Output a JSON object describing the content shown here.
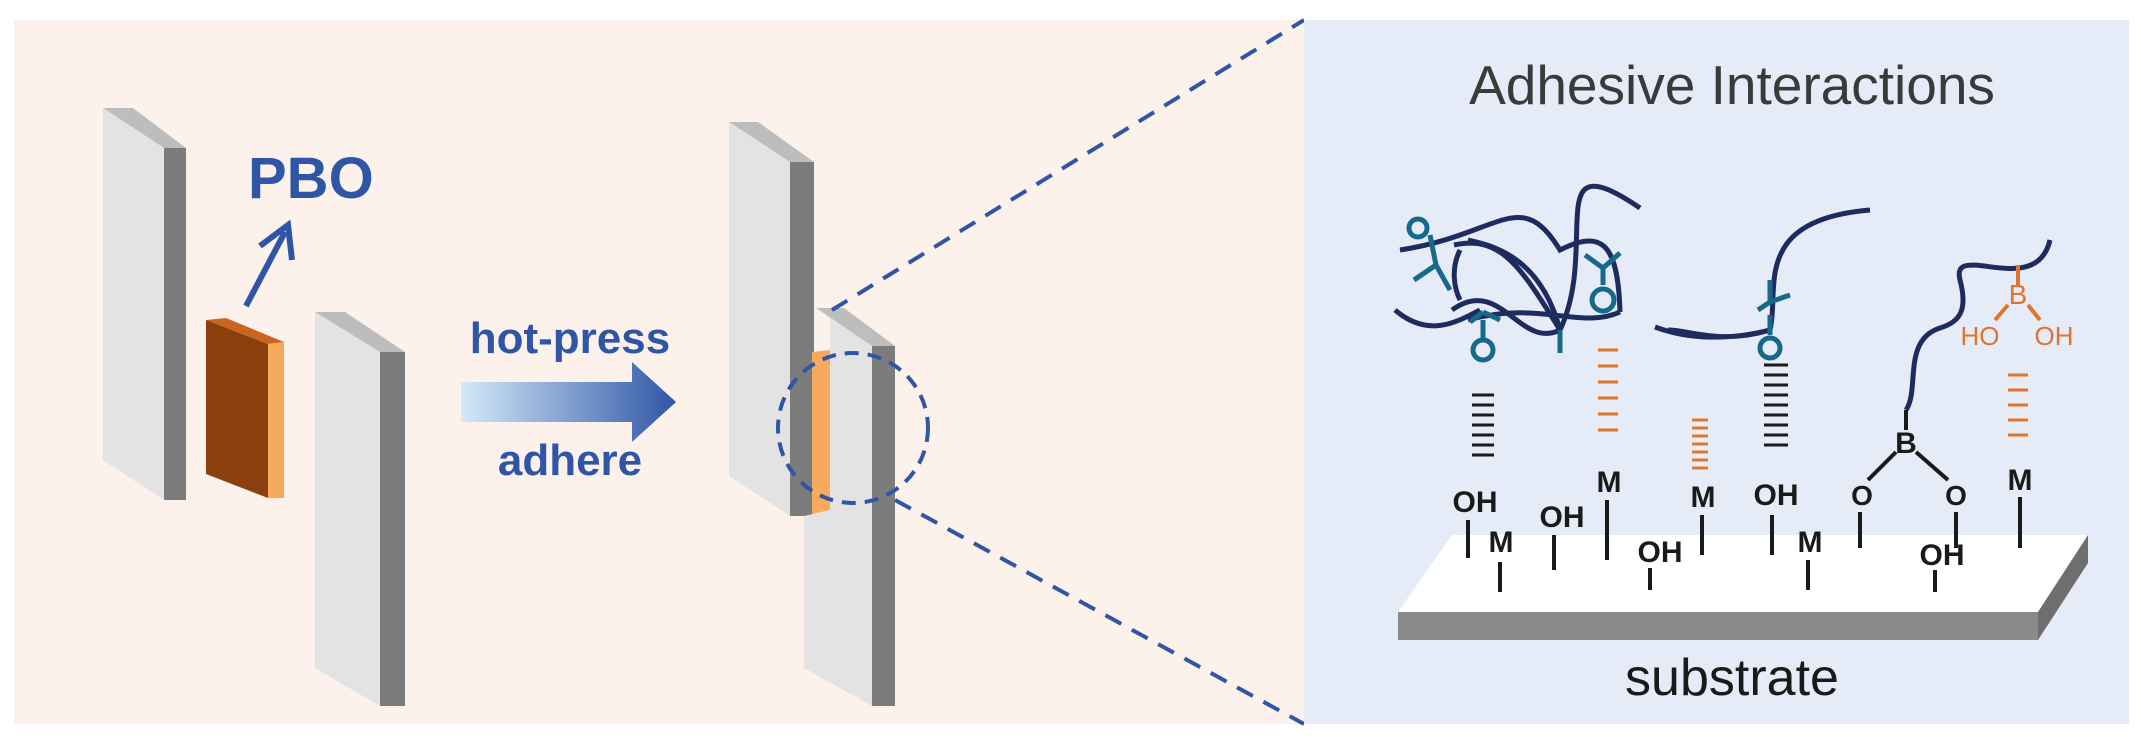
{
  "left_panel": {
    "material_label": "PBO",
    "process_top_label": "hot-press",
    "process_bottom_label": "adhere"
  },
  "right_panel": {
    "title": "Adhesive Interactions",
    "substrate_label": "substrate",
    "groups": {
      "hydroxyl": "OH",
      "metal": "M",
      "boron": "B",
      "oxygen": "O",
      "boronic_oh_left": "HO",
      "boronic_oh_right": "OH"
    }
  },
  "colors": {
    "left_background": "#fdf1ec",
    "right_background": "#e6ecf7",
    "accent_blue": "#2f56a6",
    "polymer_navy": "#1d2b5e",
    "carbonyl_teal": "#16698a",
    "boronic_orange": "#e0742c",
    "pbo_orange": "#f7a95e",
    "pbo_dark": "#8b3f0c",
    "plate_face": "#e2e2e2",
    "plate_side": "#7c7c7c"
  }
}
